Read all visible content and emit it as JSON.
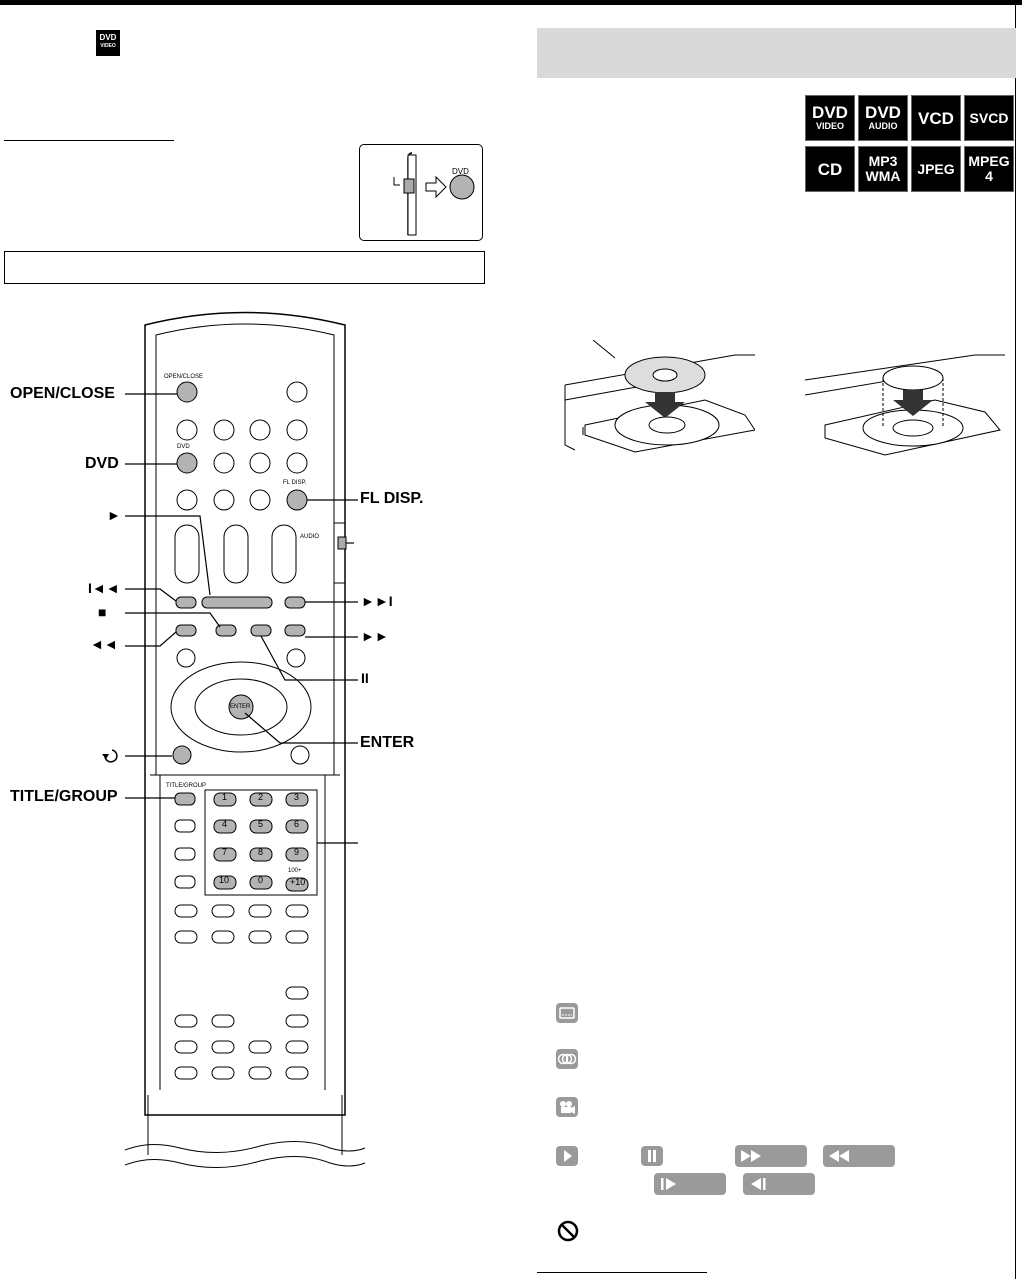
{
  "page": {
    "dvd_badge_main": "DVD",
    "dvd_badge_sub": "VIDEO"
  },
  "switch_figure": {
    "button_label": "DVD"
  },
  "disc_badges": [
    {
      "main": "DVD",
      "sub": "VIDEO"
    },
    {
      "main": "DVD",
      "sub": "AUDIO"
    },
    {
      "main": "VCD",
      "sub": ""
    },
    {
      "main": "SVCD",
      "sub": ""
    },
    {
      "main": "CD",
      "sub": ""
    },
    {
      "main": "MP3",
      "sub": "WMA"
    },
    {
      "main": "JPEG",
      "sub": ""
    },
    {
      "main": "MPEG",
      "sub": "4"
    }
  ],
  "remote": {
    "open_close_label": "OPEN/CLOSE",
    "open_close_small": "OPEN/CLOSE",
    "dvd_label": "DVD",
    "dvd_small": "DVD",
    "fl_disp_label": "FL DISP.",
    "fl_disp_small": "FL DISP.",
    "audio_small": "AUDIO",
    "play_symbol": "►",
    "prev_symbol": "I◄◄",
    "stop_symbol": "■",
    "rew_symbol": "◄◄",
    "next_symbol": "►►I",
    "ff_symbol": "►►",
    "pause_symbol": "II",
    "enter_label": "ENTER",
    "enter_small": "ENTER",
    "title_group_label": "TITLE/GROUP",
    "title_group_small": "TITLE/GROUP",
    "keypad": [
      "1",
      "2",
      "3",
      "4",
      "5",
      "6",
      "7",
      "8",
      "9",
      "10",
      "0",
      "+10"
    ],
    "key_100": "100+"
  },
  "icon_colors": {
    "badge_bg": "#000000",
    "gray_bar": "#d9d9d9",
    "button_gray": "#b3b3b3"
  }
}
